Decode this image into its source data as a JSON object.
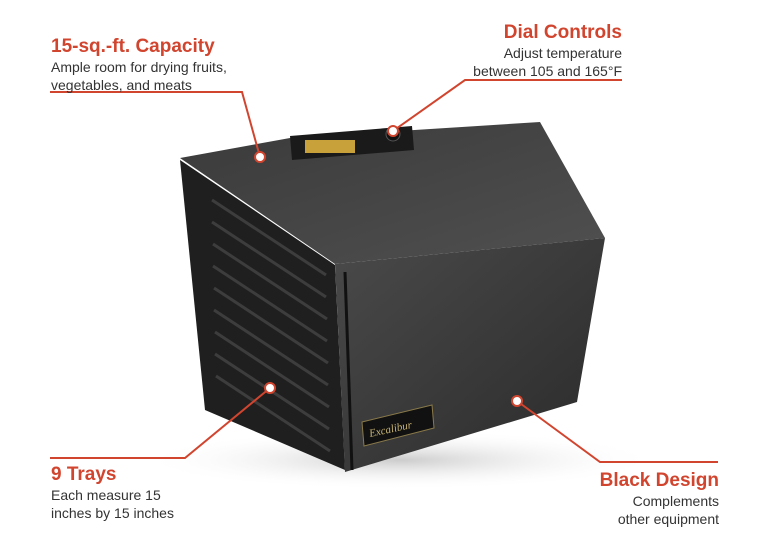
{
  "callouts": [
    {
      "title": "15-sq.-ft. Capacity",
      "lines": [
        "Ample room for drying fruits,",
        "vegetables, and meats"
      ]
    },
    {
      "title": "Dial Controls",
      "lines": [
        "Adjust temperature",
        "between 105 and 165°F"
      ]
    },
    {
      "title": "9 Trays",
      "lines": [
        "Each measure 15",
        "inches by 15 inches"
      ]
    },
    {
      "title": "Black Design",
      "lines": [
        "Complements",
        "other equipment"
      ]
    }
  ],
  "product": {
    "brand": "Excalibur",
    "subtitle": "Food Dehydrator"
  },
  "colors": {
    "accent": "#d1452f",
    "body": "#2b2b2b"
  }
}
